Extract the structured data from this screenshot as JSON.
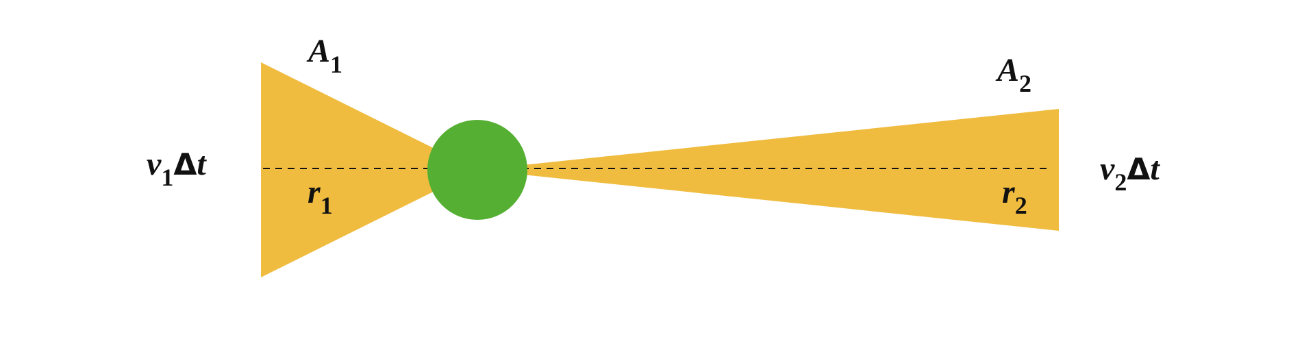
{
  "colors": {
    "background": "#ffffff",
    "sector": "#EFBC40",
    "mass": "#55AF33",
    "axis": "#111111",
    "text": "#111111"
  },
  "labels": {
    "area_left": {
      "symbol": "A",
      "subscript": "1"
    },
    "area_right": {
      "symbol": "A",
      "subscript": "2"
    },
    "arc_left": {
      "symbol": "v",
      "subscript": "1",
      "delta": "Δ",
      "time": "t"
    },
    "arc_right": {
      "symbol": "v",
      "subscript": "2",
      "delta": "Δ",
      "time": "t"
    },
    "radius_left": {
      "symbol": "r",
      "subscript": "1"
    },
    "radius_right": {
      "symbol": "r",
      "subscript": "2"
    }
  }
}
